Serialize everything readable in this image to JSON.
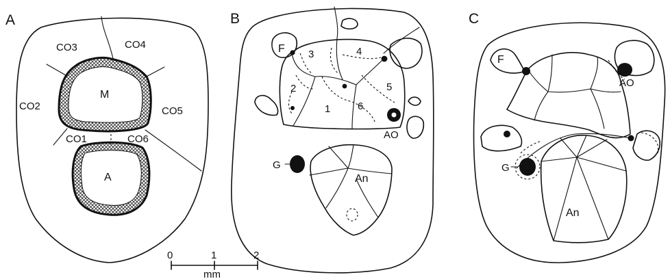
{
  "panels": {
    "a": {
      "letter": "A",
      "labels": {
        "co1": "CO1",
        "co2": "CO2",
        "co3": "CO3",
        "co4": "CO4",
        "co5": "CO5",
        "co6": "CO6",
        "m": "M",
        "a": "A"
      }
    },
    "b": {
      "letter": "B",
      "labels": {
        "f": "F",
        "n1": "1",
        "n2": "2",
        "n3": "3",
        "n4": "4",
        "n5": "5",
        "n6": "6",
        "ao": "AO",
        "g": "G",
        "an": "An"
      }
    },
    "c": {
      "letter": "C",
      "labels": {
        "f": "F",
        "ao": "AO",
        "g": "G",
        "an": "An"
      }
    }
  },
  "scale_bar": {
    "tick0": "0",
    "tick1": "1",
    "tick2": "2",
    "unit": "mm"
  },
  "colors": {
    "ink": "#111111",
    "background": "#ffffff"
  }
}
